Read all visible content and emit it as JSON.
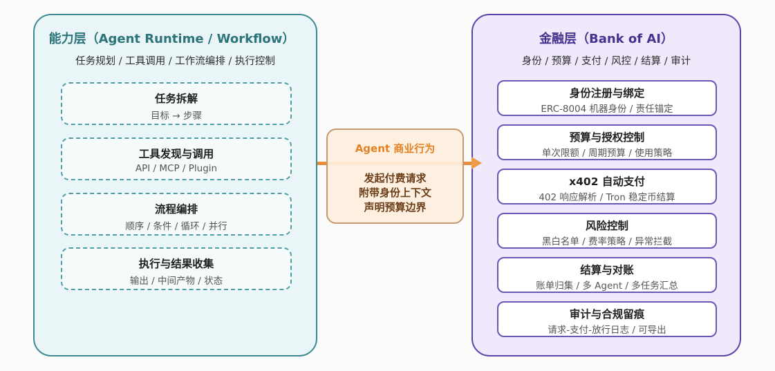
{
  "capability_layer": {
    "title": "能力层（Agent Runtime / Workflow）",
    "subtitle": "任务规划 / 工具调用 / 工作流编排 / 执行控制",
    "border_color": "#3c8a8f",
    "cards": [
      {
        "title": "任务拆解",
        "desc": "目标 → 步骤"
      },
      {
        "title": "工具发现与调用",
        "desc": "API / MCP / Plugin"
      },
      {
        "title": "流程编排",
        "desc": "顺序 / 条件 / 循环 / 并行"
      },
      {
        "title": "执行与结果收集",
        "desc": "输出 / 中间产物 / 状态"
      }
    ]
  },
  "connector": {
    "title": "Agent 商业行为",
    "lines": [
      "发起付费请求",
      "附带身份上下文",
      "声明预算边界"
    ],
    "accent_color": "#e98c3b"
  },
  "finance_layer": {
    "title": "金融层（Bank of AI）",
    "subtitle": "身份 / 预算 / 支付 / 风控 / 结算 / 审计",
    "border_color": "#5a43a6",
    "cards": [
      {
        "title": "身份注册与绑定",
        "desc": "ERC-8004 机器身份 / 责任锚定"
      },
      {
        "title": "预算与授权控制",
        "desc": "单次限额 / 周期预算 / 使用策略"
      },
      {
        "title": "x402 自动支付",
        "desc": "402 响应解析 / Tron 稳定币结算"
      },
      {
        "title": "风险控制",
        "desc": "黑白名单 / 费率策略 / 异常拦截"
      },
      {
        "title": "结算与对账",
        "desc": "账单归集 / 多 Agent / 多任务汇总"
      },
      {
        "title": "审计与合规留痕",
        "desc": "请求-支付-放行日志 / 可导出"
      }
    ]
  }
}
